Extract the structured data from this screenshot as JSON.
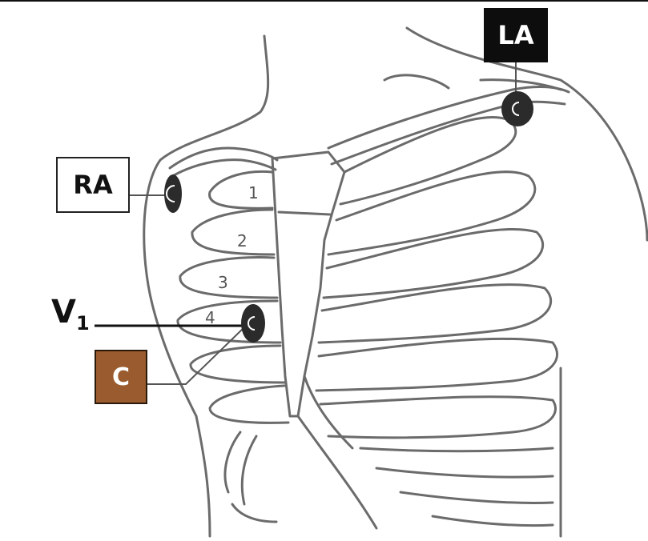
{
  "diagram": {
    "labels": {
      "ra": "RA",
      "la": "LA",
      "c": "C",
      "v1_letter": "V",
      "v1_sub": "1"
    },
    "rib_numbers": [
      "1",
      "2",
      "3",
      "4"
    ],
    "colors": {
      "outline": "#6b6b6b",
      "electrode": "#2b2b2b",
      "la_box": "#0d0d0d",
      "c_box": "#9a5c2e"
    }
  }
}
